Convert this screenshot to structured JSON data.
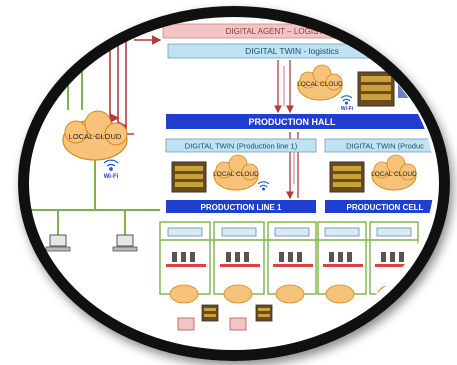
{
  "banner": {
    "digital_agent": "DIGITAL AGENT – LOGISTICS (INT",
    "digital_twin_logistics": "DIGITAL TWIN - logistics"
  },
  "production_hall": "PRODUCTION HALL",
  "digital_twin_line1": "DIGITAL TWIN (Production line 1)",
  "digital_twin_right": "DIGITAL TWIN (Produc",
  "production_line1": "PRODUCTION LINE 1",
  "production_cell": "PRODUCTION CELL",
  "local_cloud_label": "LOCAL CLOUD",
  "wifi_label": "Wi-Fi",
  "colors": {
    "frame": "#101010",
    "banner_pink": "#f2c4c4",
    "twin_blue": "#bfe3f0",
    "hall_blue": "#1f3fd0",
    "cloud_orange": "#f7c37a",
    "server_brown": "#6b4a1e",
    "server_stripe": "#c9a23a",
    "line_green": "#7fb24a",
    "arrow_red": "#b23c3c"
  },
  "icons": [
    "cloud-icon",
    "wifi-icon",
    "server-rack-icon",
    "computer-icon",
    "robot-icon"
  ]
}
